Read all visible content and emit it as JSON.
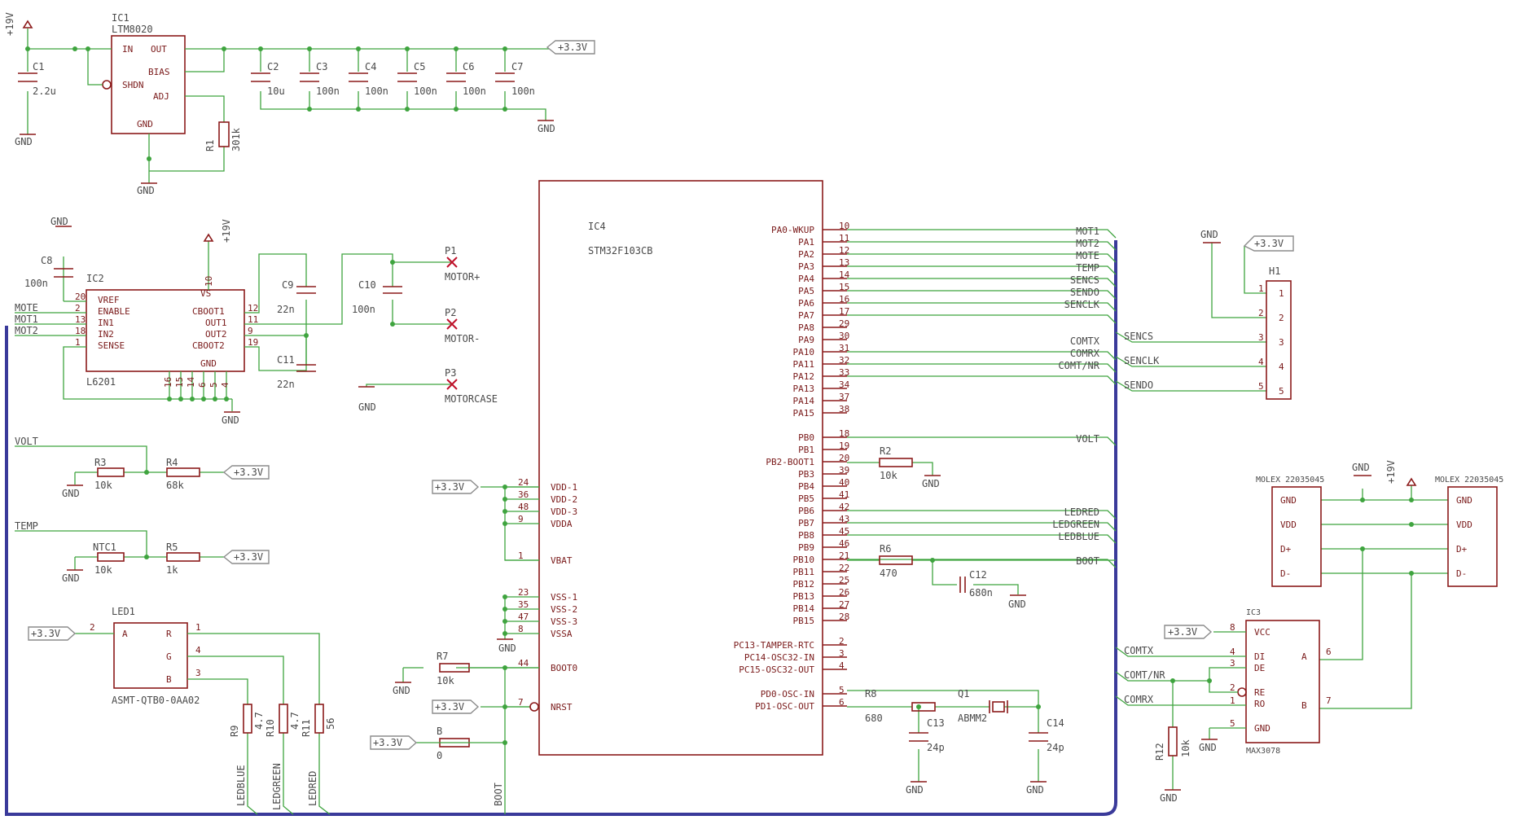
{
  "ic1": {
    "ref": "IC1",
    "val": "LTM8020",
    "pins": [
      "IN",
      "OUT",
      "BIAS",
      "SHDN",
      "ADJ",
      "GND"
    ]
  },
  "ic2": {
    "ref": "IC2",
    "val": "L6201",
    "pins": [
      "VREF",
      "ENABLE",
      "IN1",
      "IN2",
      "SENSE",
      "VS",
      "CBOOT1",
      "OUT1",
      "OUT2",
      "CBOOT2",
      "GND"
    ],
    "nums": [
      "20",
      "2",
      "13",
      "18",
      "1",
      "10",
      "12",
      "11",
      "9",
      "19",
      "16",
      "15",
      "14",
      "6",
      "5",
      "4"
    ]
  },
  "ic4": {
    "ref": "IC4",
    "val": "STM32F103CB",
    "right": [
      [
        "PA0-WKUP",
        "10"
      ],
      [
        "PA1",
        "11"
      ],
      [
        "PA2",
        "12"
      ],
      [
        "PA3",
        "13"
      ],
      [
        "PA4",
        "14"
      ],
      [
        "PA5",
        "15"
      ],
      [
        "PA6",
        "16"
      ],
      [
        "PA7",
        "17"
      ],
      [
        "PA8",
        "29"
      ],
      [
        "PA9",
        "30"
      ],
      [
        "PA10",
        "31"
      ],
      [
        "PA11",
        "32"
      ],
      [
        "PA12",
        "33"
      ],
      [
        "PA13",
        "34"
      ],
      [
        "PA14",
        "37"
      ],
      [
        "PA15",
        "38"
      ],
      [
        "PB0",
        "18"
      ],
      [
        "PB1",
        "19"
      ],
      [
        "PB2-BOOT1",
        "20"
      ],
      [
        "PB3",
        "39"
      ],
      [
        "PB4",
        "40"
      ],
      [
        "PB5",
        "41"
      ],
      [
        "PB6",
        "42"
      ],
      [
        "PB7",
        "43"
      ],
      [
        "PB8",
        "45"
      ],
      [
        "PB9",
        "46"
      ],
      [
        "PB10",
        "21"
      ],
      [
        "PB11",
        "22"
      ],
      [
        "PB12",
        "25"
      ],
      [
        "PB13",
        "26"
      ],
      [
        "PB14",
        "27"
      ],
      [
        "PB15",
        "28"
      ],
      [
        "PC13-TAMPER-RTC",
        "2"
      ],
      [
        "PC14-OSC32-IN",
        "3"
      ],
      [
        "PC15-OSC32-OUT",
        "4"
      ],
      [
        "PD0-OSC-IN",
        "5"
      ],
      [
        "PD1-OSC-OUT",
        "6"
      ]
    ],
    "left": [
      [
        "VDD-1",
        "24"
      ],
      [
        "VDD-2",
        "36"
      ],
      [
        "VDD-3",
        "48"
      ],
      [
        "VDDA",
        "9"
      ],
      [
        "VBAT",
        "1"
      ],
      [
        "VSS-1",
        "23"
      ],
      [
        "VSS-2",
        "35"
      ],
      [
        "VSS-3",
        "47"
      ],
      [
        "VSSA",
        "8"
      ],
      [
        "BOOT0",
        "44"
      ],
      [
        "NRST",
        "7"
      ]
    ]
  },
  "ic3": {
    "ref": "IC3",
    "val": "MAX3078",
    "pins": [
      "VCC",
      "DI",
      "DE",
      "RE",
      "RO",
      "GND",
      "A",
      "B"
    ],
    "nums": [
      "8",
      "4",
      "3",
      "2",
      "1",
      "5",
      "6",
      "7"
    ]
  },
  "led1": {
    "ref": "LED1",
    "val": "ASMT-QTB0-0AA02",
    "pins": [
      "A",
      "R",
      "G",
      "B"
    ],
    "nums": [
      "2",
      "1",
      "4",
      "3"
    ]
  },
  "h1": {
    "ref": "H1",
    "nums": [
      "1",
      "2",
      "3",
      "4",
      "5"
    ]
  },
  "molex": {
    "val": "MOLEX 22035045",
    "pins": [
      "GND",
      "VDD",
      "D+",
      "D-"
    ]
  },
  "caps": {
    "C1": "2.2u",
    "C2": "10u",
    "C3": "100n",
    "C4": "100n",
    "C5": "100n",
    "C6": "100n",
    "C7": "100n",
    "C8": "100n",
    "C9": "22n",
    "C10": "100n",
    "C11": "22n",
    "C12": "680n",
    "C13": "24p",
    "C14": "24p"
  },
  "res": {
    "R1": "301k",
    "R2": "10k",
    "R3": "10k",
    "R4": "68k",
    "R5": "1k",
    "R6": "470",
    "R7": "10k",
    "R8": "680",
    "R9": "4.7",
    "R10": "4.7",
    "R11": "56",
    "R12": "10k",
    "NTC1": "10k",
    "B": "0"
  },
  "q1": {
    "ref": "Q1",
    "val": "ABMM2"
  },
  "pads": {
    "P1": "MOTOR+",
    "P2": "MOTOR-",
    "P3": "MOTORCASE"
  },
  "power": {
    "v19": "+19V",
    "v33": "+3.3V",
    "gnd": "GND"
  },
  "nets": {
    "mot1": "MOT1",
    "mot2": "MOT2",
    "mote": "MOTE",
    "temp": "TEMP",
    "sencs": "SENCS",
    "sendo": "SENDO",
    "senclk": "SENCLK",
    "comtx": "COMTX",
    "comrx": "COMRX",
    "comtnr": "COMT/NR",
    "volt": "VOLT",
    "ledred": "LEDRED",
    "ledgreen": "LEDGREEN",
    "ledblue": "LEDBLUE",
    "boot": "BOOT"
  }
}
